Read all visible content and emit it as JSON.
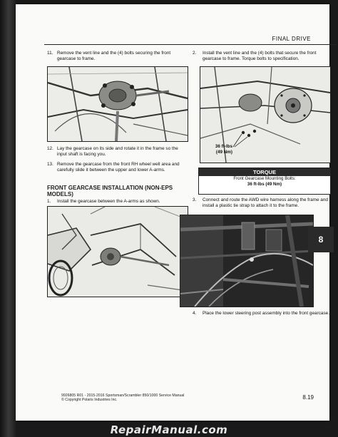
{
  "header": {
    "section_title": "FINAL DRIVE"
  },
  "left_column": {
    "step_11": {
      "num": "11.",
      "text": "Remove the vent line and the (4) bolts securing the front gearcase to frame."
    },
    "step_12": {
      "num": "12.",
      "text": "Lay the gearcase on its side and rotate it in the frame so the input shaft is facing you."
    },
    "step_13": {
      "num": "13.",
      "text": "Remove the gearcase from the front RH wheel well area and carefully slide it between the upper and lower A-arms."
    },
    "section_heading": "FRONT GEARCASE INSTALLATION (NON-EPS MODELS)",
    "step_1": {
      "num": "1.",
      "text": "Install the gearcase between the A-arms as shown."
    }
  },
  "right_column": {
    "step_2": {
      "num": "2.",
      "text": "Install the vent line and the (4) bolts that secure the front gearcase to frame. Torque bolts to specification."
    },
    "callout": {
      "line1": "36 ft-lbs",
      "line2": "(49 Nm)"
    },
    "torque": {
      "heading": "TORQUE",
      "label": "Front Gearcase Mounting Bolts:",
      "value": "36 ft-lbs (49 Nm)"
    },
    "step_3": {
      "num": "3.",
      "text": "Connect and route the AWD wire harness along the frame and install a plastic tie strap to attach it to the frame."
    },
    "step_4": {
      "num": "4.",
      "text": "Place the lower steering post assembly into the front gearcase."
    }
  },
  "chapter_tab": "8",
  "footer": {
    "manual_line": "9926805 R01 - 2015-2016 Sportsman/Scrambler 850/1000 Service Manual",
    "copyright_line": "© Copyright Polaris Industries Inc.",
    "page_number": "8.19"
  },
  "watermark": "RepairManual.com"
}
